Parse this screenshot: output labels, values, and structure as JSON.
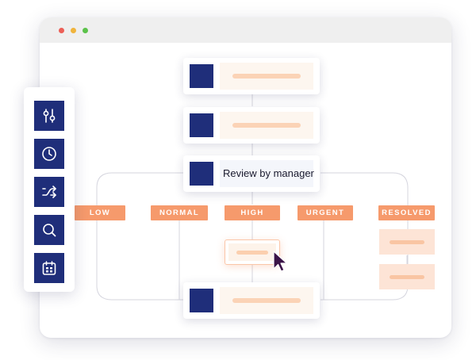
{
  "app": {
    "window_controls": [
      "close",
      "minimize",
      "maximize"
    ]
  },
  "toolbar": {
    "tools": [
      {
        "icon": "sliders-icon"
      },
      {
        "icon": "clock-icon"
      },
      {
        "icon": "shuffle-icon"
      },
      {
        "icon": "search-icon"
      },
      {
        "icon": "calendar-icon"
      }
    ]
  },
  "workflow": {
    "review_step_label": "Review by manager",
    "priorities": [
      "LOW",
      "NORMAL",
      "HIGH",
      "URGENT",
      "RESOLVED"
    ]
  },
  "colors": {
    "accent_navy": "#1f2e7a",
    "priority_tag": "#f69a6c",
    "placeholder_bar": "#fbd3b6",
    "cursor": "#3b1448"
  }
}
